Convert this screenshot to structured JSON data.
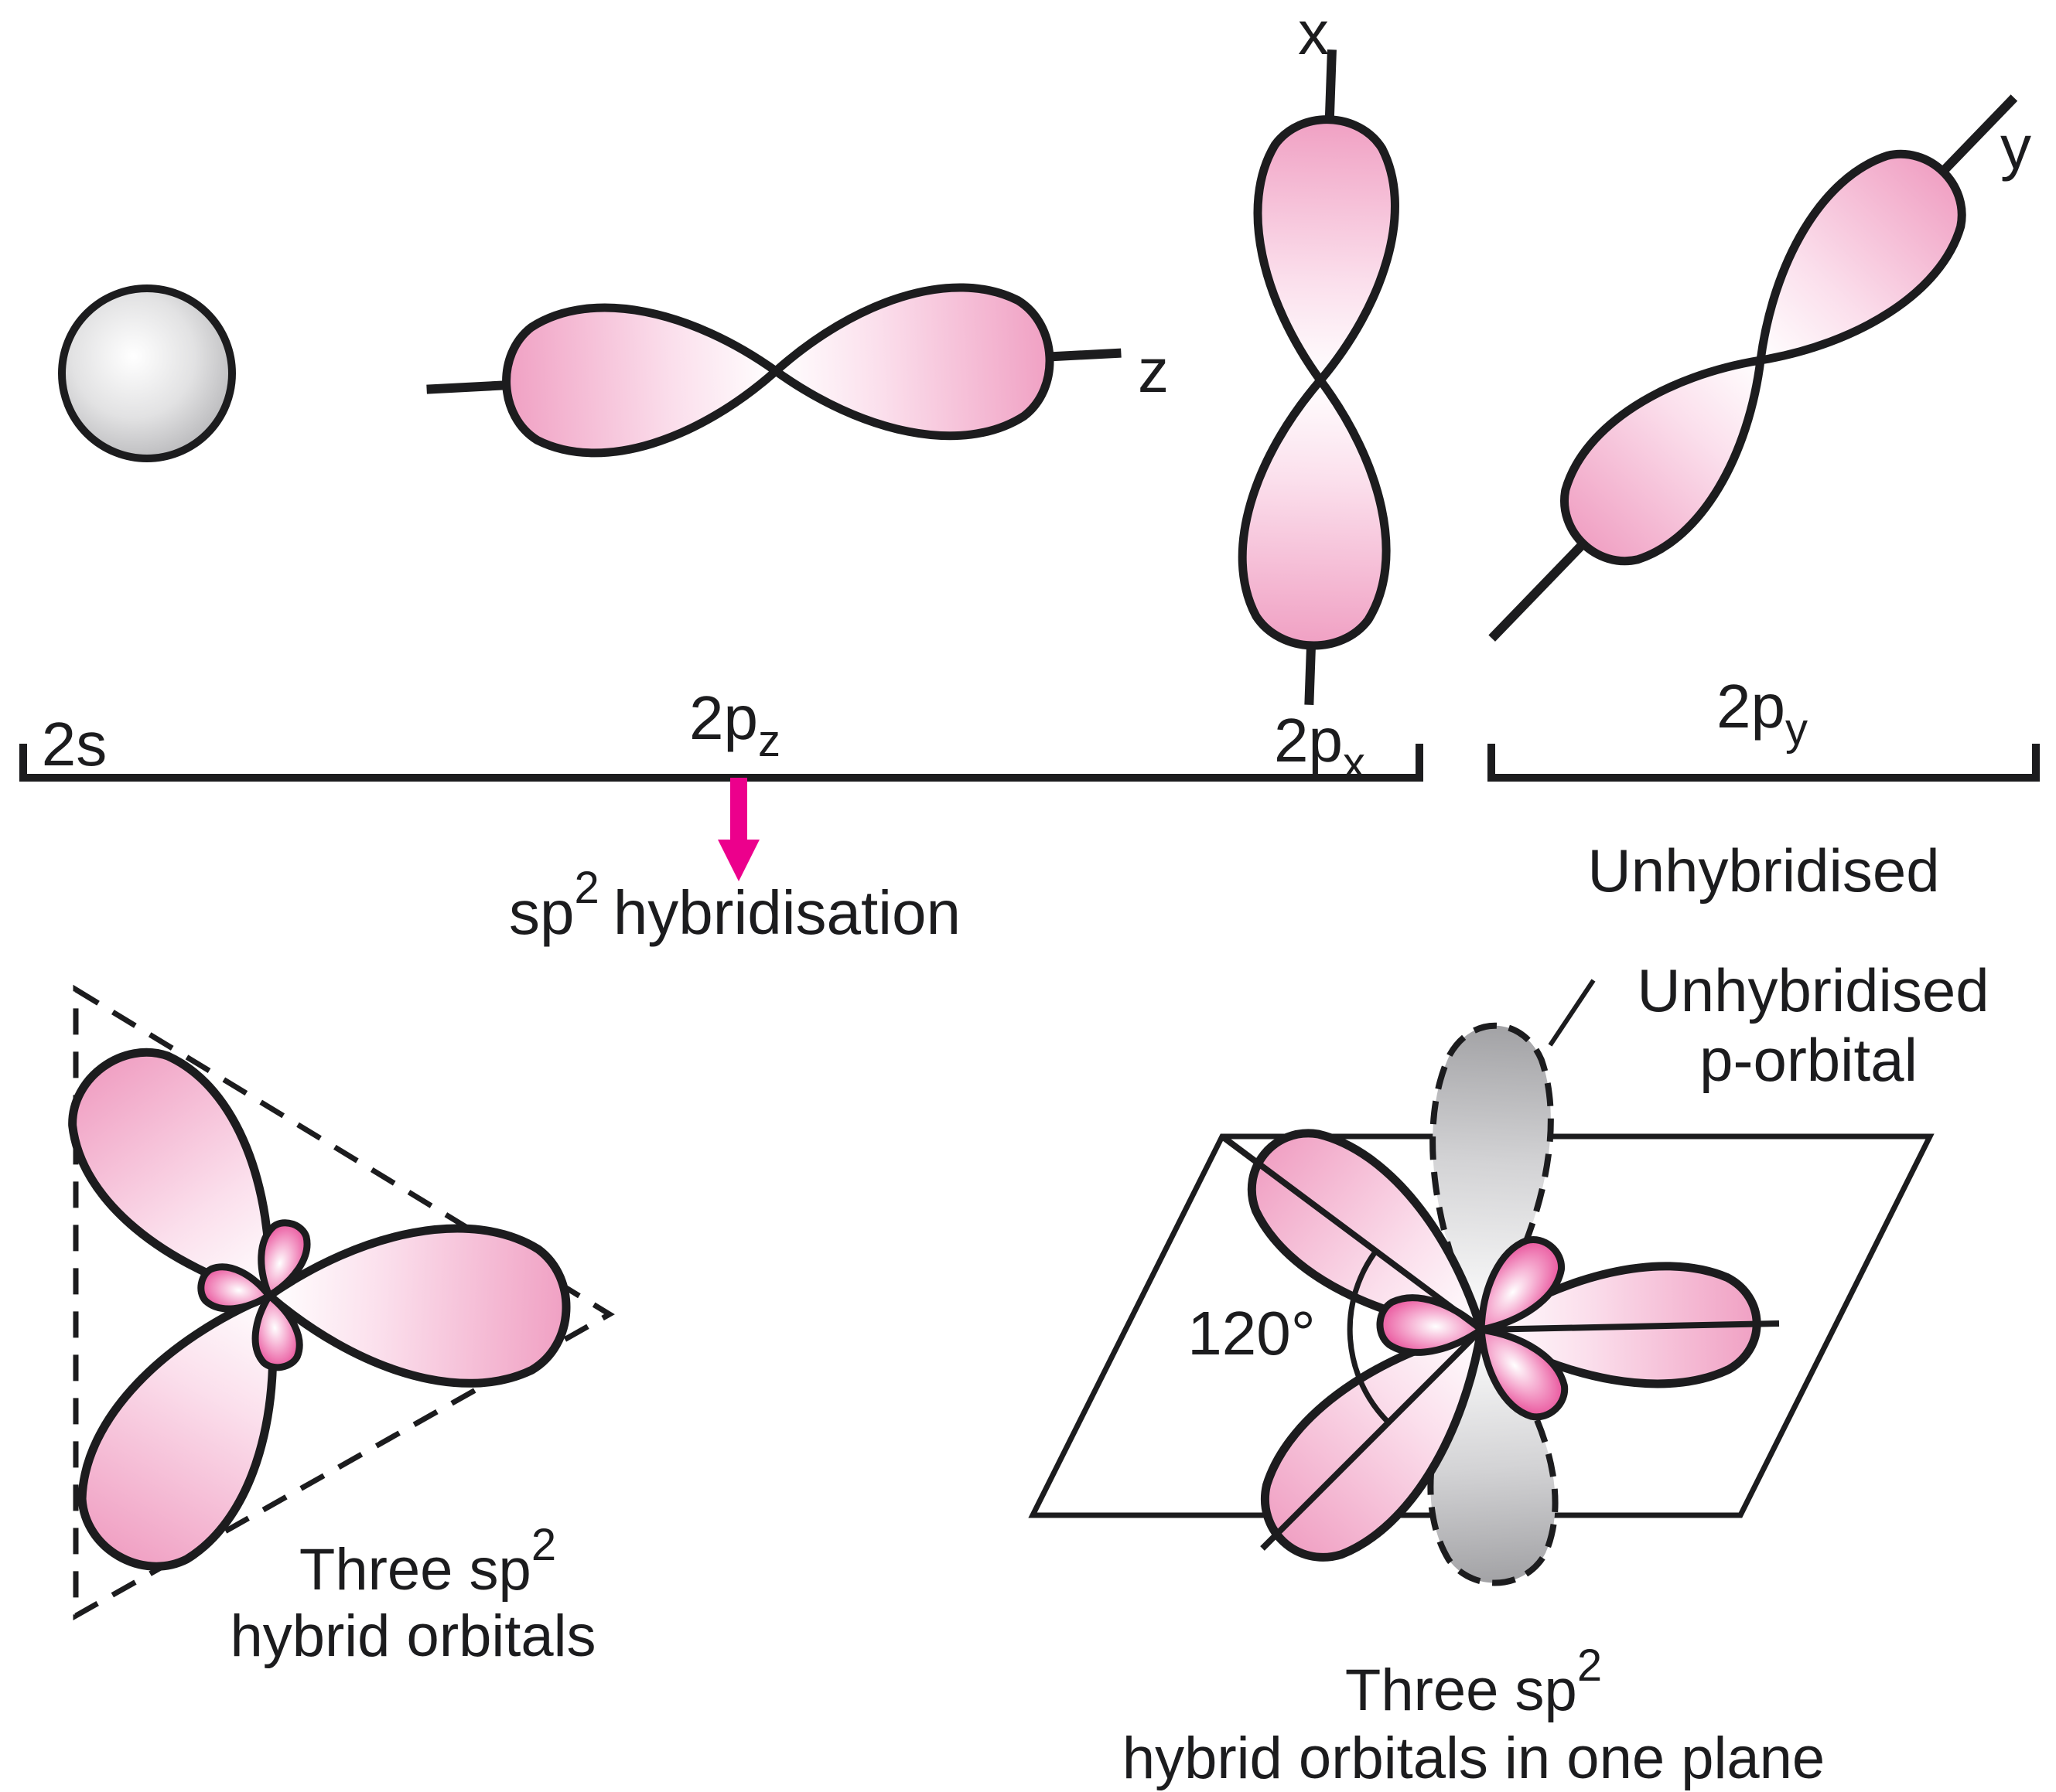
{
  "colors": {
    "ink": "#1C1C1E",
    "magenta": "#EC008C",
    "white": "#FFFFFF",
    "pink_soft": "#FBDFEC",
    "pink_tip": "#F0A0C3",
    "petal_mid": "#F6AFD2",
    "petal_deep": "#E84D98",
    "grey_mid": "#D3D3D5",
    "grey_tip": "#A2A2A5",
    "sphere_mid": "#E2E2E3",
    "sphere_edge": "#ACACAF"
  },
  "top_row": {
    "s_orbital_label": "2s",
    "pz": {
      "main": "2p",
      "sub": "z",
      "axis": "z"
    },
    "px": {
      "main": "2p",
      "sub": "x",
      "axis": "x"
    },
    "py": {
      "main": "2p",
      "sub": "y",
      "axis": "y"
    },
    "unhybridised_label": "Unhybridised"
  },
  "process": {
    "sp": "sp",
    "sup": "2",
    "rest": "hybridisation"
  },
  "left_figure": {
    "caption1_main": "Three sp",
    "caption1_sup": "2",
    "caption2": "hybrid orbitals"
  },
  "right_figure": {
    "pointer_line1": "Unhybridised",
    "pointer_line2": "p-orbital",
    "angle_label": "120°",
    "caption1_main": "Three sp",
    "caption1_sup": "2",
    "caption2": "hybrid orbitals in one plane"
  }
}
